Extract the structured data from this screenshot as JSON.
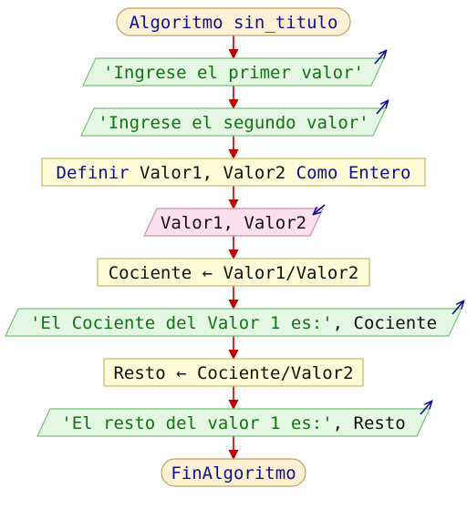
{
  "diagram": {
    "colors": {
      "connector": "#c00000",
      "terminal_fill": "#fdf0d5",
      "terminal_stroke": "#c8a060",
      "output_fill": "#e3f7e3",
      "output_stroke": "#7bbf7b",
      "process_fill": "#fffbd6",
      "process_stroke": "#c9b96a",
      "input_fill": "#fde0ee",
      "input_stroke": "#d28cab",
      "keyword_text": "#101088",
      "string_text": "#117311"
    },
    "nodes": [
      {
        "id": "start",
        "type": "terminal",
        "segments": [
          {
            "text": "Algoritmo sin_titulo",
            "style": "kw"
          }
        ]
      },
      {
        "id": "out1",
        "type": "output",
        "icon": "output-arrow-icon",
        "segments": [
          {
            "text": "'Ingrese el primer valor'",
            "style": "str"
          }
        ]
      },
      {
        "id": "out2",
        "type": "output",
        "icon": "output-arrow-icon",
        "segments": [
          {
            "text": "'Ingrese el segundo valor'",
            "style": "str"
          }
        ]
      },
      {
        "id": "define",
        "type": "process",
        "segments": [
          {
            "text": "Definir ",
            "style": "kw"
          },
          {
            "text": "Valor1, Valor2 ",
            "style": "id"
          },
          {
            "text": "Como Entero",
            "style": "kw"
          }
        ]
      },
      {
        "id": "read",
        "type": "input",
        "icon": "input-arrow-icon",
        "segments": [
          {
            "text": "Valor1, Valor2",
            "style": "id"
          }
        ]
      },
      {
        "id": "assign1",
        "type": "process",
        "segments": [
          {
            "text": "Cociente ← Valor1/Valor2",
            "style": "id"
          }
        ]
      },
      {
        "id": "out3",
        "type": "output",
        "icon": "output-arrow-icon",
        "segments": [
          {
            "text": "'El Cociente del Valor 1 es:'",
            "style": "str"
          },
          {
            "text": ", Cociente",
            "style": "id"
          }
        ]
      },
      {
        "id": "assign2",
        "type": "process",
        "segments": [
          {
            "text": "Resto ← Cociente/Valor2",
            "style": "id"
          }
        ]
      },
      {
        "id": "out4",
        "type": "output",
        "icon": "output-arrow-icon",
        "segments": [
          {
            "text": "'El resto del valor 1 es:'",
            "style": "str"
          },
          {
            "text": ", Resto",
            "style": "id"
          }
        ]
      },
      {
        "id": "end",
        "type": "terminal",
        "segments": [
          {
            "text": "FinAlgoritmo",
            "style": "kw"
          }
        ]
      }
    ]
  }
}
